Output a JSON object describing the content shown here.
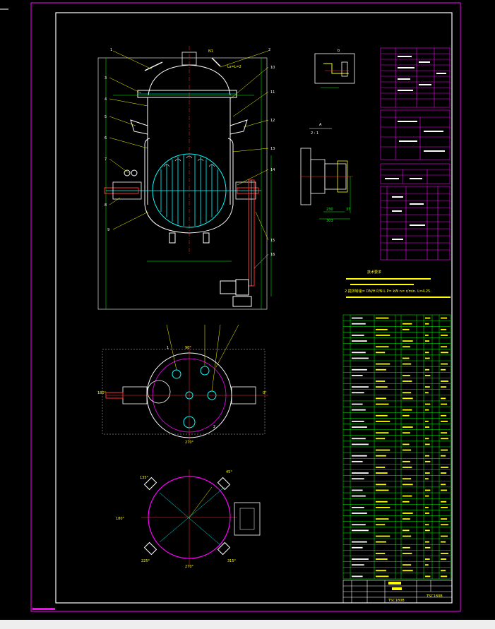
{
  "drawing": {
    "view_label": "A",
    "scale_ratio": "2 : 1",
    "detail_label": "b",
    "leader_note": "Ls=L=2",
    "dim_230": "230",
    "dim_37": "37",
    "dim_303": "303",
    "top_view_1": "1",
    "top_view_2": "2",
    "angle_1": "180°",
    "angle_2": "270°",
    "angle_3": "90°",
    "angle_4": "0°",
    "bottom_angle_1": "135°",
    "bottom_angle_2": "45°",
    "bottom_angle_3": "225°",
    "bottom_angle_4": "315°",
    "bottom_angle_5": "270°",
    "bottom_angle_6": "180°",
    "tech_req_title": "技术要求",
    "tech_req_line2": "2.搅拌转速=  DN/H  P/N.L  P=  kW  n=    r/min.  L=4.25.",
    "title_block_code": "TSC180B",
    "title_block_code2": "TSC180B"
  },
  "colors": {
    "background": "#000000",
    "frame": "#ff00ff",
    "white_line": "#ffffff",
    "green": "#00ff00",
    "yellow": "#ffff00",
    "cyan": "#00ffff",
    "red": "#ff3030",
    "status_strip": "#eeeeee"
  }
}
